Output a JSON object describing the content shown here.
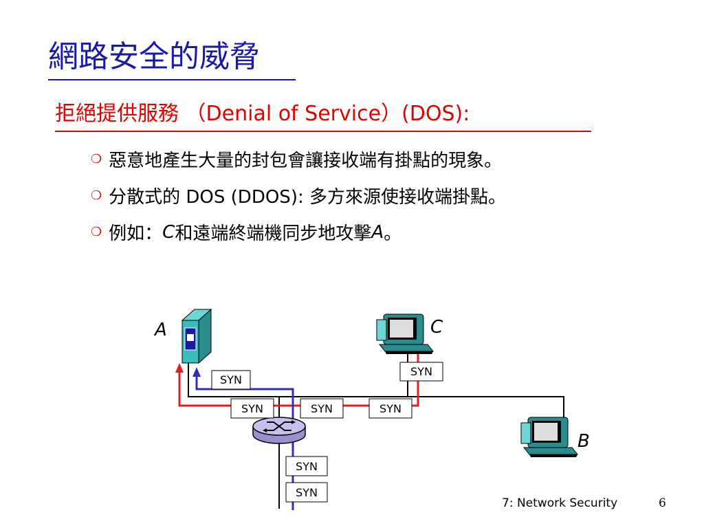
{
  "slide": {
    "title": "網路安全的威脅",
    "heading": "拒絕提供服務 （Denial of Service）(DOS):",
    "bullets": [
      {
        "parts": [
          {
            "text": "惡意地產生大量的封包會讓接收端有掛點的現象。",
            "italic": false
          }
        ]
      },
      {
        "parts": [
          {
            "text": "分散式的 DOS (DDOS): 多方來源使接收端掛點。",
            "italic": false
          }
        ]
      },
      {
        "parts": [
          {
            "text": "例如： ",
            "italic": false
          },
          {
            "text": "C",
            "italic": true
          },
          {
            "text": " 和遠端終端機同步地攻擊 ",
            "italic": false
          },
          {
            "text": "A",
            "italic": true
          },
          {
            "text": "。",
            "italic": false
          }
        ]
      }
    ],
    "bullet_icon": "circle-outline-bullet-icon"
  },
  "diagram": {
    "nodes": {
      "server": "A",
      "attacker": "C",
      "host_b": "B"
    },
    "packet_label": "SYN",
    "colors": {
      "attack_path": "#e02020",
      "remote_path": "#3030c0",
      "lan": "#000000"
    }
  },
  "footer": {
    "text": "7: Network Security",
    "page": "6"
  }
}
